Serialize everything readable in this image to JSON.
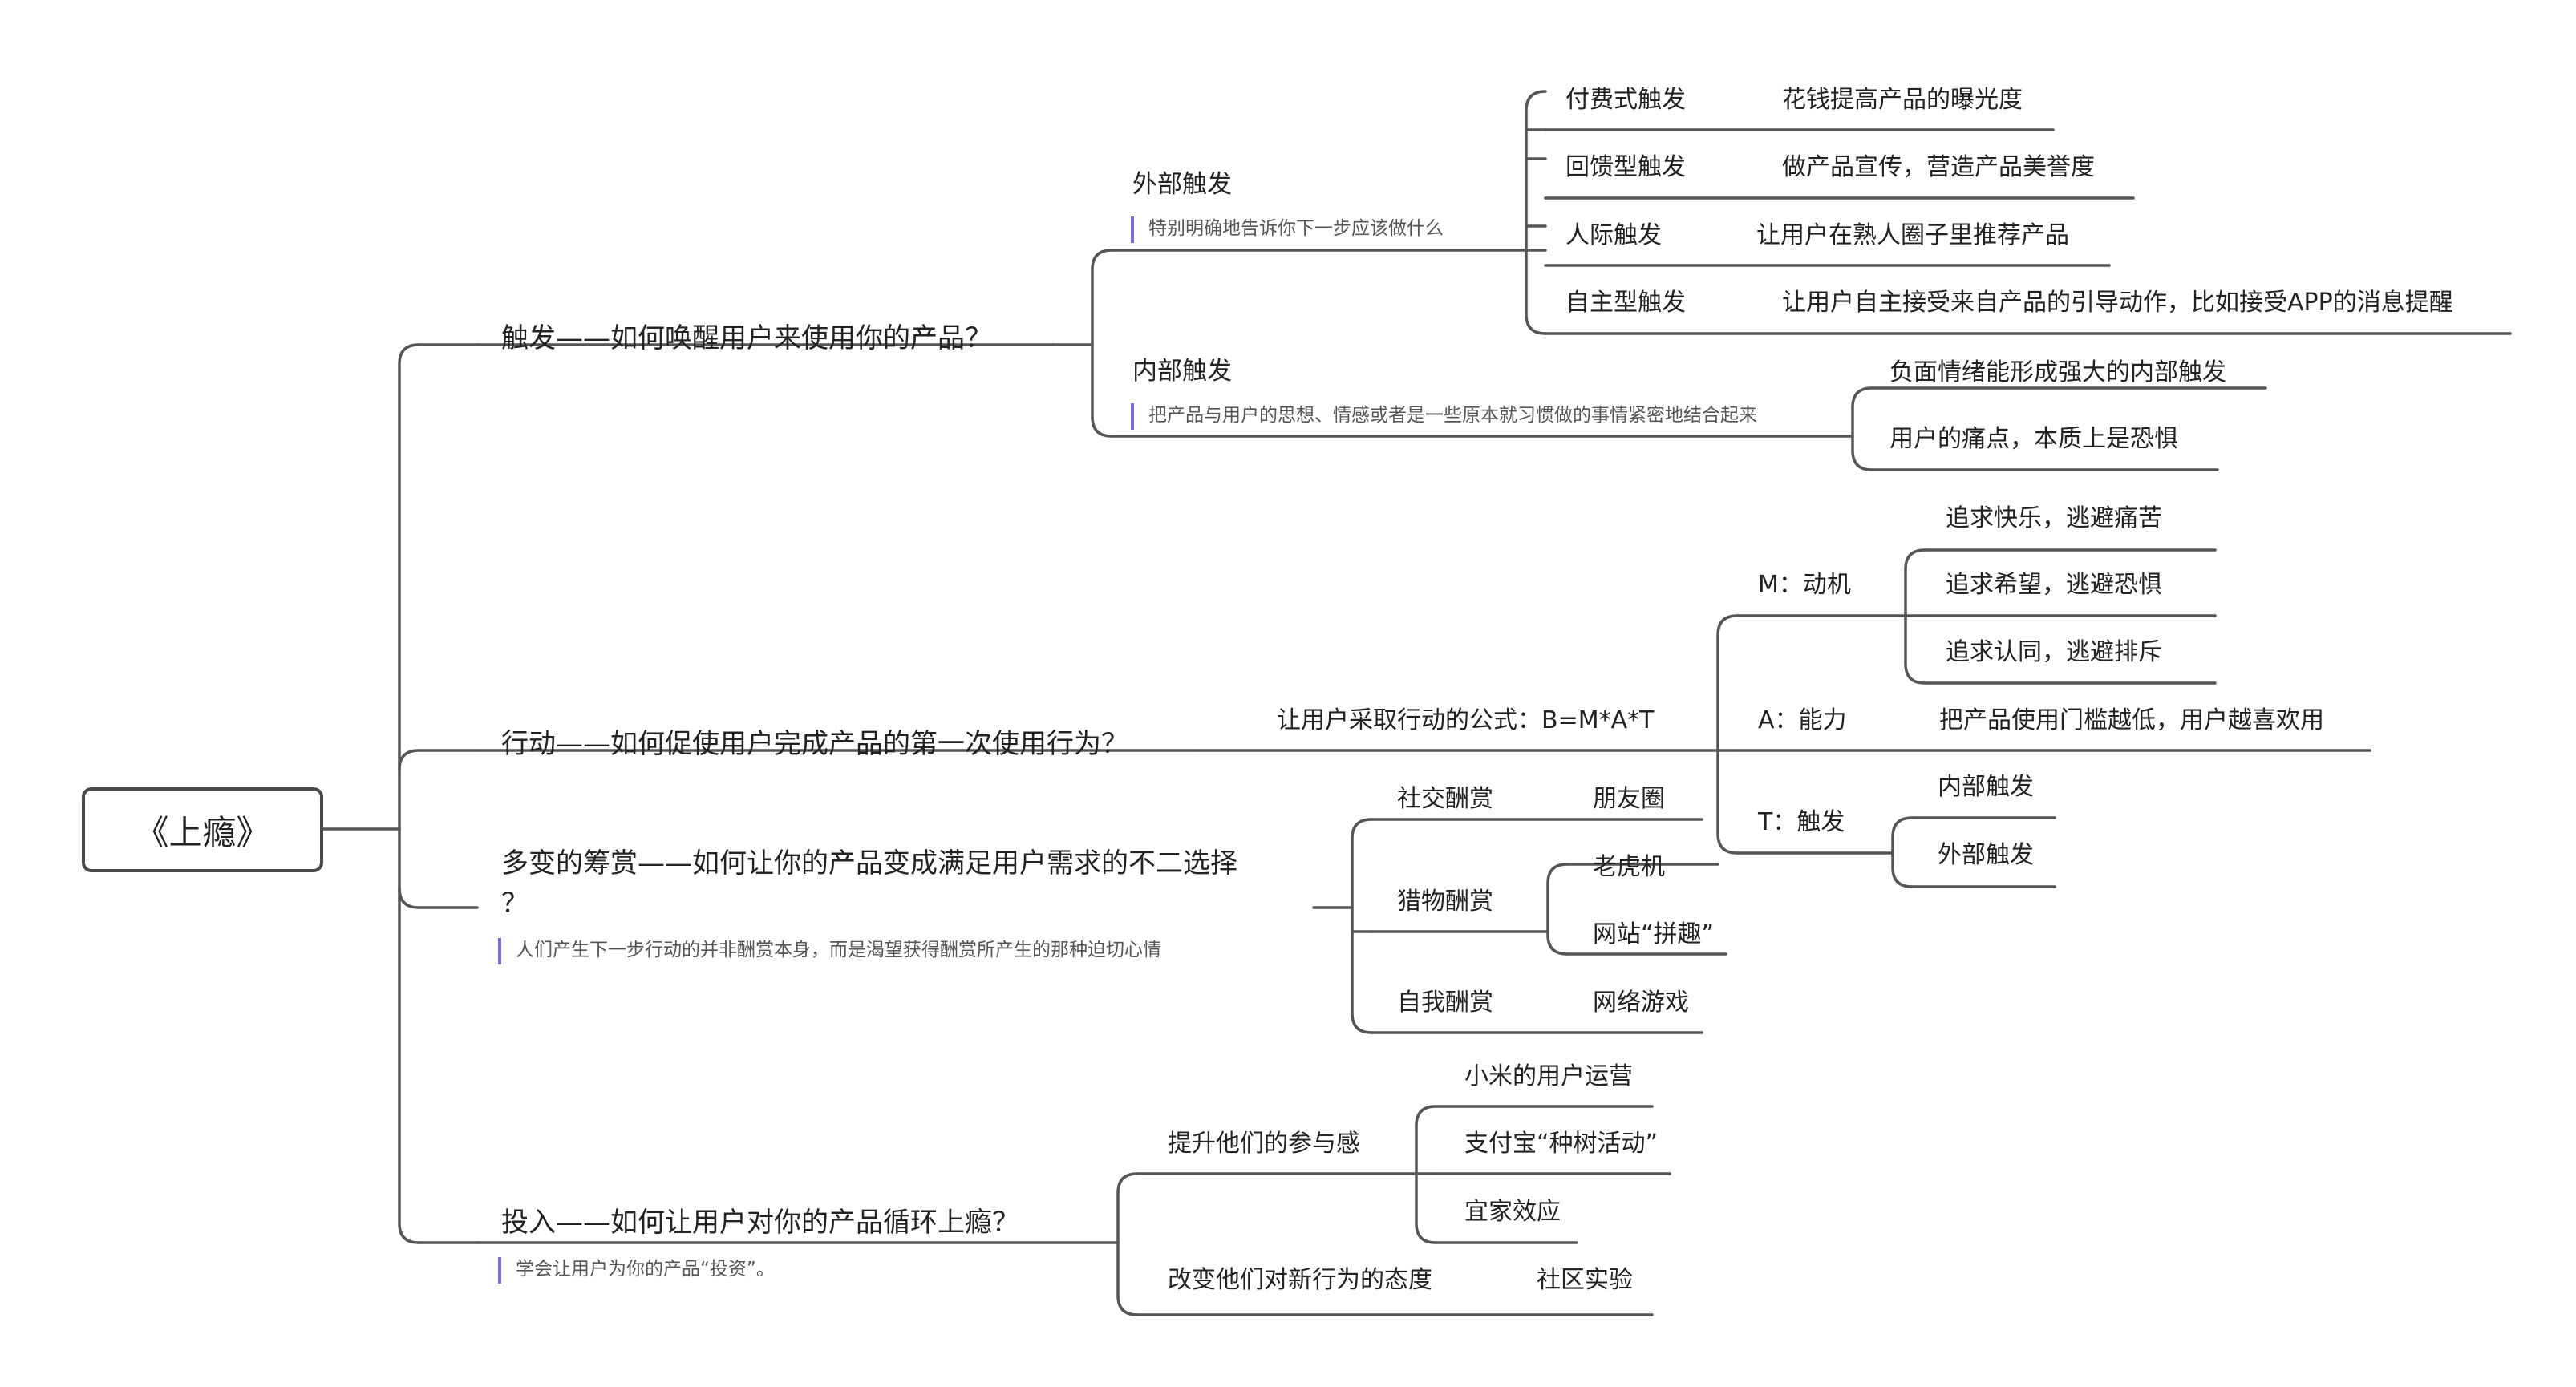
{
  "root": "《上瘾》",
  "branches": {
    "trigger": {
      "title": "触发——如何唤醒用户来使用你的产品？",
      "external": {
        "label": "外部触发",
        "note": "特别明确地告诉你下一步应该做什么",
        "items": [
          {
            "name": "付费式触发",
            "detail": "花钱提高产品的曝光度"
          },
          {
            "name": "回馈型触发",
            "detail": "做产品宣传，营造产品美誉度"
          },
          {
            "name": "人际触发",
            "detail": "让用户在熟人圈子里推荐产品"
          },
          {
            "name": "自主型触发",
            "detail": "让用户自主接受来自产品的引导动作，比如接受APP的消息提醒"
          }
        ]
      },
      "internal": {
        "label": "内部触发",
        "note": "把产品与用户的思想、情感或者是一些原本就习惯做的事情紧密地结合起来",
        "items": [
          "负面情绪能形成强大的内部触发",
          "用户的痛点，本质上是恐惧"
        ]
      }
    },
    "action": {
      "title": "行动——如何促使用户完成产品的第一次使用行为？",
      "formula": "让用户采取行动的公式：B=M*A*T",
      "motivation": {
        "label": "M：动机",
        "items": [
          "追求快乐，逃避痛苦",
          "追求希望，逃避恐惧",
          "追求认同，逃避排斥"
        ]
      },
      "ability": {
        "label": "A：能力",
        "detail": "把产品使用门槛越低，用户越喜欢用"
      },
      "trigger": {
        "label": "T：触发",
        "items": [
          "内部触发",
          "外部触发"
        ]
      }
    },
    "reward": {
      "title_line1": "多变的筹赏——如何让你的产品变成满足用户需求的不二选择",
      "title_line2": "？",
      "note": "人们产生下一步行动的并非酬赏本身，而是渴望获得酬赏所产生的那种迫切心情",
      "social": {
        "label": "社交酬赏",
        "item": "朋友圈"
      },
      "hunt": {
        "label": "猎物酬赏",
        "items": [
          "老虎机",
          "网站“拼趣”"
        ]
      },
      "self": {
        "label": "自我酬赏",
        "item": "网络游戏"
      }
    },
    "investment": {
      "title": "投入——如何让用户对你的产品循环上瘾？",
      "note": "学会让用户为你的产品“投资”。",
      "engagement": {
        "label": "提升他们的参与感",
        "items": [
          "小米的用户运营",
          "支付宝“种树活动”",
          "宜家效应"
        ]
      },
      "attitude": {
        "label": "改变他们对新行为的态度",
        "item": "社区实验"
      }
    }
  },
  "colors": {
    "line": "#555555",
    "note_bar": "#7a6fd6",
    "text": "#222222",
    "note_text": "#555555"
  }
}
